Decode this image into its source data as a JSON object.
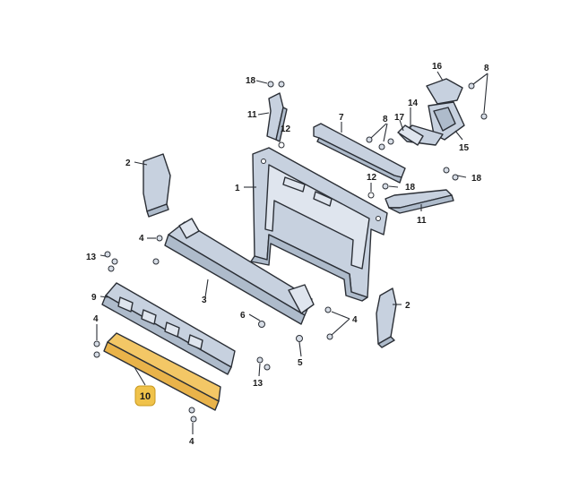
{
  "callouts": {
    "c1": "1",
    "c2a": "2",
    "c2b": "2",
    "c3": "3",
    "c4a": "4",
    "c4b": "4",
    "c4c": "4",
    "c4d": "4",
    "c5": "5",
    "c6": "6",
    "c7": "7",
    "c8a": "8",
    "c8b": "8",
    "c9": "9",
    "c10": "10",
    "c11a": "11",
    "c11b": "11",
    "c12a": "12",
    "c12b": "12",
    "c13a": "13",
    "c13b": "13",
    "c14": "14",
    "c15": "15",
    "c16": "16",
    "c17": "17",
    "c18a": "18",
    "c18b": "18",
    "c18c": "18"
  },
  "colors": {
    "part_fill": "#c7d1df",
    "part_shadow": "#aebbcb",
    "highlight_part": "#f3c766",
    "highlight_badge": "#f0c24a",
    "outline": "#2b2f36"
  },
  "highlighted_part": "10"
}
